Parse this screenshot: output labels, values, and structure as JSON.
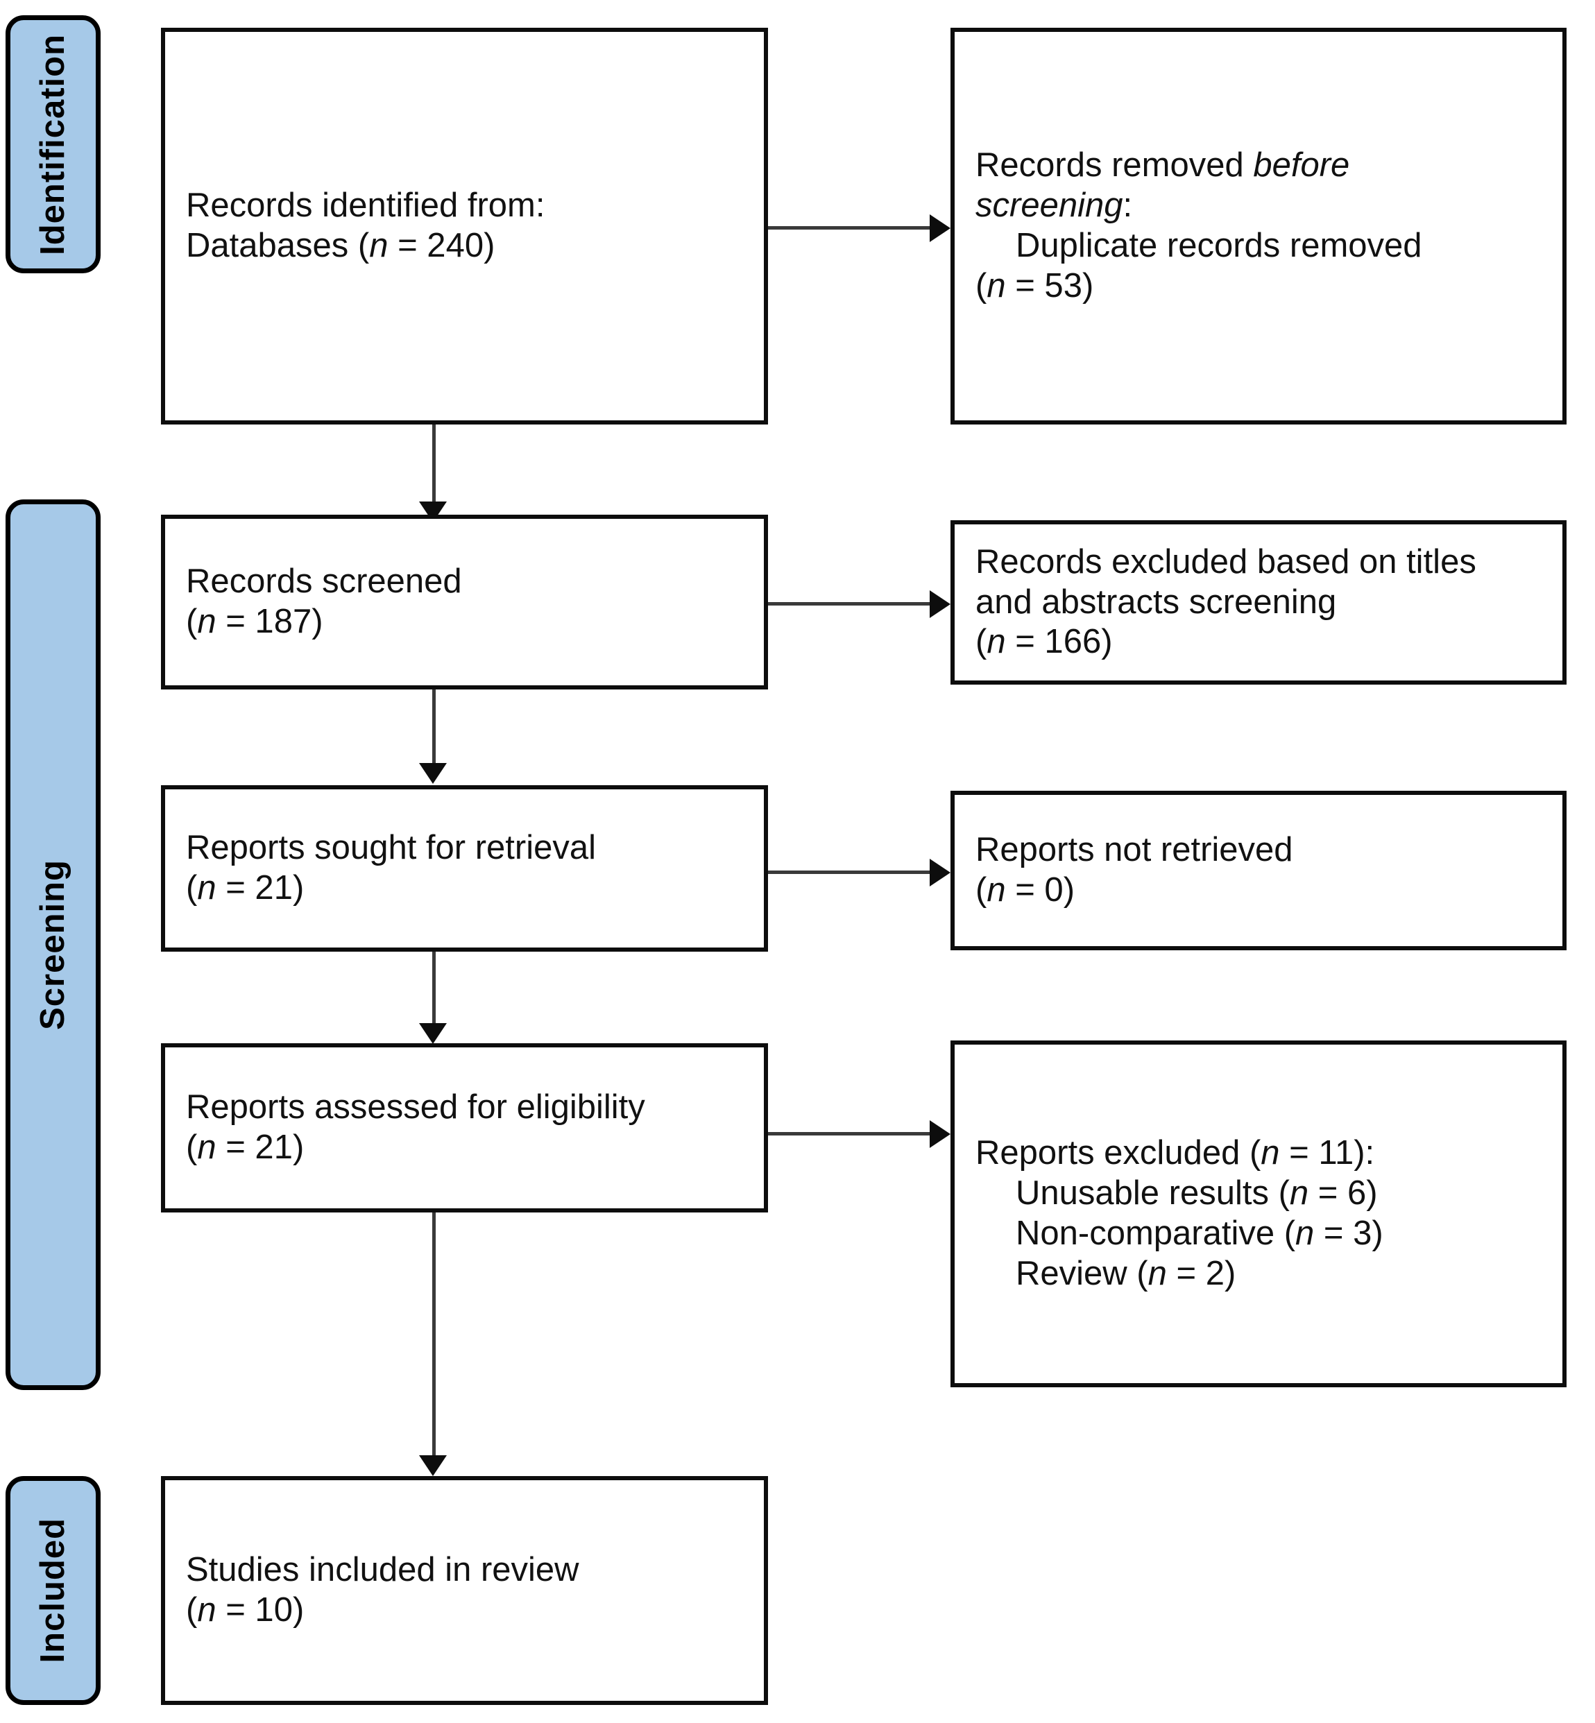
{
  "diagram": {
    "type": "prisma-flow-diagram",
    "stages": [
      {
        "id": "identification",
        "label": "Identification"
      },
      {
        "id": "screening",
        "label": "Screening"
      },
      {
        "id": "included",
        "label": "Included"
      }
    ],
    "boxes": [
      {
        "id": "records-identified",
        "stage": "identification",
        "column": "left",
        "lines": [
          {
            "segments": [
              {
                "text": "Records identified from:",
                "style": "normal"
              }
            ]
          },
          {
            "segments": [
              {
                "text": "Databases (",
                "style": "normal"
              },
              {
                "text": "n",
                "style": "italic"
              },
              {
                "text": " = 240)",
                "style": "normal"
              }
            ]
          }
        ],
        "label": "Records identified from: Databases (n = 240)",
        "n": 240
      },
      {
        "id": "records-removed-before-screening",
        "stage": "identification",
        "column": "right",
        "lines": [
          {
            "segments": [
              {
                "text": "Records removed ",
                "style": "normal"
              },
              {
                "text": "before",
                "style": "italic"
              }
            ]
          },
          {
            "segments": [
              {
                "text": "screening",
                "style": "italic"
              },
              {
                "text": ":",
                "style": "normal"
              }
            ]
          },
          {
            "indent": 1,
            "segments": [
              {
                "text": "Duplicate records removed",
                "style": "normal"
              }
            ]
          },
          {
            "segments": [
              {
                "text": "(",
                "style": "normal"
              },
              {
                "text": "n",
                "style": "italic"
              },
              {
                "text": " = 53)",
                "style": "normal"
              }
            ]
          }
        ],
        "label": "Records removed before screening: Duplicate records removed (n = 53)",
        "n": 53
      },
      {
        "id": "records-screened",
        "stage": "screening",
        "column": "left",
        "lines": [
          {
            "segments": [
              {
                "text": "Records screened",
                "style": "normal"
              }
            ]
          },
          {
            "segments": [
              {
                "text": "(",
                "style": "normal"
              },
              {
                "text": "n",
                "style": "italic"
              },
              {
                "text": " = 187)",
                "style": "normal"
              }
            ]
          }
        ],
        "label": "Records screened (n = 187)",
        "n": 187
      },
      {
        "id": "records-excluded",
        "stage": "screening",
        "column": "right",
        "lines": [
          {
            "segments": [
              {
                "text": "Records excluded based on titles",
                "style": "normal"
              }
            ]
          },
          {
            "segments": [
              {
                "text": "and abstracts screening",
                "style": "normal"
              }
            ]
          },
          {
            "segments": [
              {
                "text": "(",
                "style": "normal"
              },
              {
                "text": "n",
                "style": "italic"
              },
              {
                "text": " = 166)",
                "style": "normal"
              }
            ]
          }
        ],
        "label": "Records excluded based on titles and abstracts screening (n = 166)",
        "n": 166
      },
      {
        "id": "reports-sought",
        "stage": "screening",
        "column": "left",
        "lines": [
          {
            "segments": [
              {
                "text": "Reports sought for retrieval",
                "style": "normal"
              }
            ]
          },
          {
            "segments": [
              {
                "text": "(",
                "style": "normal"
              },
              {
                "text": "n",
                "style": "italic"
              },
              {
                "text": " = 21)",
                "style": "normal"
              }
            ]
          }
        ],
        "label": "Reports sought for retrieval (n = 21)",
        "n": 21
      },
      {
        "id": "reports-not-retrieved",
        "stage": "screening",
        "column": "right",
        "lines": [
          {
            "segments": [
              {
                "text": "Reports not retrieved",
                "style": "normal"
              }
            ]
          },
          {
            "segments": [
              {
                "text": "(",
                "style": "normal"
              },
              {
                "text": "n",
                "style": "italic"
              },
              {
                "text": " = 0)",
                "style": "normal"
              }
            ]
          }
        ],
        "label": "Reports not retrieved (n = 0)",
        "n": 0
      },
      {
        "id": "reports-assessed",
        "stage": "screening",
        "column": "left",
        "lines": [
          {
            "segments": [
              {
                "text": "Reports assessed for eligibility",
                "style": "normal"
              }
            ]
          },
          {
            "segments": [
              {
                "text": "(",
                "style": "normal"
              },
              {
                "text": "n",
                "style": "italic"
              },
              {
                "text": " = 21)",
                "style": "normal"
              }
            ]
          }
        ],
        "label": "Reports assessed for eligibility (n = 21)",
        "n": 21
      },
      {
        "id": "reports-excluded",
        "stage": "screening",
        "column": "right",
        "lines": [
          {
            "segments": [
              {
                "text": "Reports excluded (",
                "style": "normal"
              },
              {
                "text": "n",
                "style": "italic"
              },
              {
                "text": " = 11):",
                "style": "normal"
              }
            ]
          },
          {
            "indent": 1,
            "segments": [
              {
                "text": "Unusable results (",
                "style": "normal"
              },
              {
                "text": "n",
                "style": "italic"
              },
              {
                "text": " = 6)",
                "style": "normal"
              }
            ]
          },
          {
            "indent": 1,
            "segments": [
              {
                "text": "Non-comparative (",
                "style": "normal"
              },
              {
                "text": "n",
                "style": "italic"
              },
              {
                "text": " = 3)",
                "style": "normal"
              }
            ]
          },
          {
            "indent": 1,
            "segments": [
              {
                "text": "Review (",
                "style": "normal"
              },
              {
                "text": "n",
                "style": "italic"
              },
              {
                "text": " = 2)",
                "style": "normal"
              }
            ]
          }
        ],
        "label": "Reports excluded (n = 11): Unusable results (n = 6) Non-comparative (n = 3) Review (n = 2)",
        "n": 11,
        "reasons": [
          {
            "reason": "Unusable results",
            "n": 6
          },
          {
            "reason": "Non-comparative",
            "n": 3
          },
          {
            "reason": "Review",
            "n": 2
          }
        ]
      },
      {
        "id": "studies-included",
        "stage": "included",
        "column": "left",
        "lines": [
          {
            "segments": [
              {
                "text": "Studies included in review",
                "style": "normal"
              }
            ]
          },
          {
            "segments": [
              {
                "text": "(",
                "style": "normal"
              },
              {
                "text": "n",
                "style": "italic"
              },
              {
                "text": " = 10)",
                "style": "normal"
              }
            ]
          }
        ],
        "label": "Studies included in review (n = 10)",
        "n": 10
      }
    ],
    "colors": {
      "stage_pill_fill": "#A6C9E8",
      "stage_pill_border": "#000000",
      "box_border": "#0D0D0D",
      "box_fill": "#FFFFFF",
      "connector": "#3A3A3A",
      "text": "#111111"
    }
  }
}
